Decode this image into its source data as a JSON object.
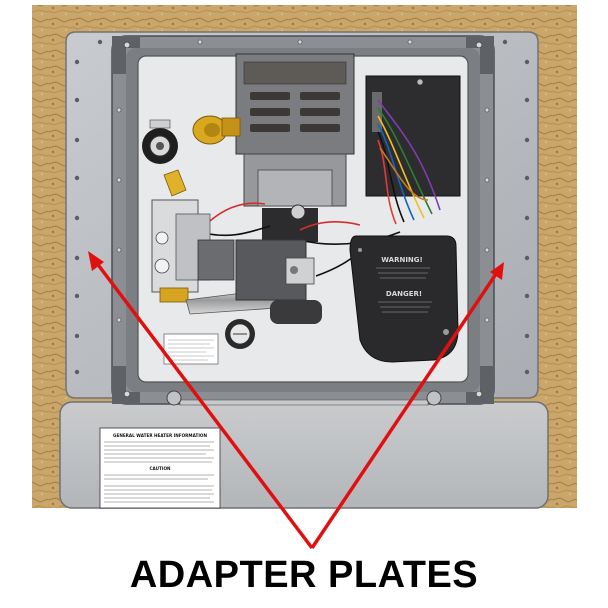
{
  "caption": "ADAPTER PLATES",
  "labels": {
    "warning": "WARNING!",
    "danger": "DANGER!",
    "info_title": "GENERAL WATER HEATER INFORMATION",
    "caution": "CAUTION"
  },
  "colors": {
    "arrow": "#e01010",
    "wood": "#c9a46a",
    "plate": "#b9bcc0",
    "frame": "#8a8d92",
    "panel": "#e6e8ea",
    "cover": "#2a2a2c"
  }
}
